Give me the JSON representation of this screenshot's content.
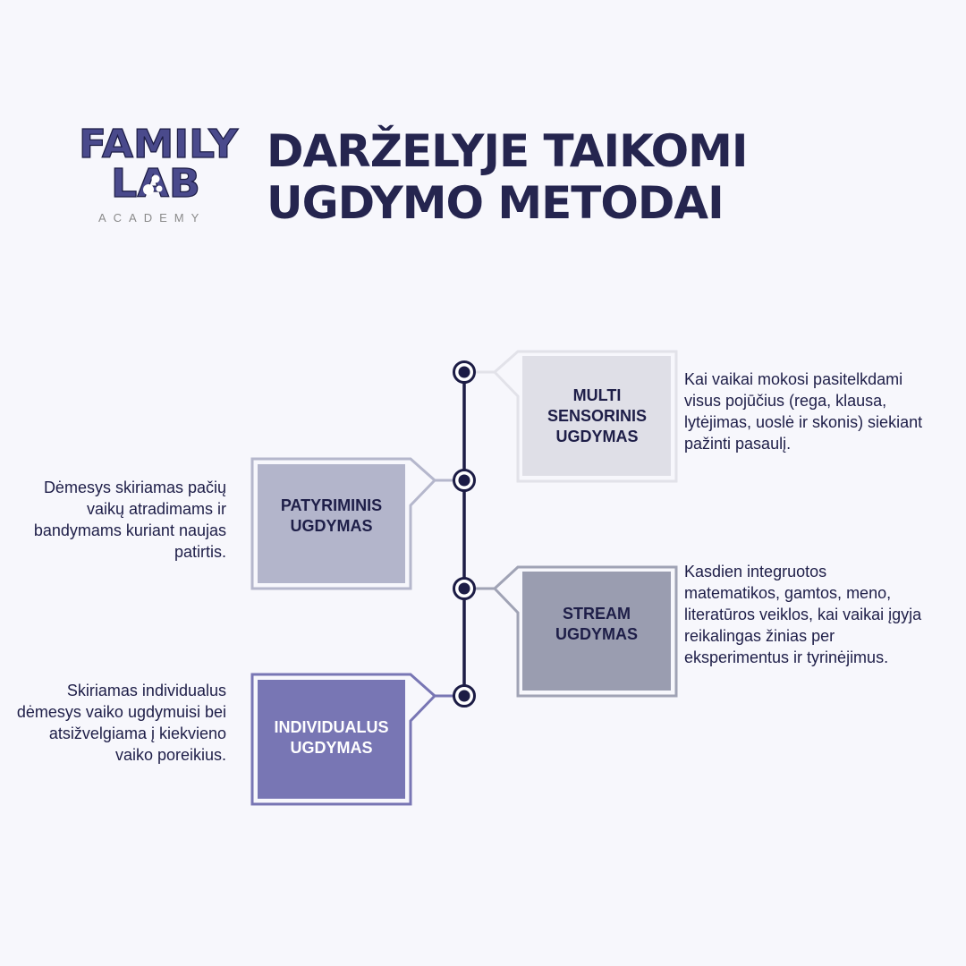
{
  "logo": {
    "line1": "FAMILY",
    "line2": "LAB",
    "line3": "ACADEMY"
  },
  "title": {
    "line1": "DARŽELYJE TAIKOMI",
    "line2": "UGDYMO METODAI"
  },
  "colors": {
    "navy": "#1c1c45",
    "multi": "#dfdfe7",
    "patyriminis": "#b3b5cb",
    "stream": "#9a9db0",
    "individualus": "#7876b4"
  },
  "methods": [
    {
      "label": "MULTI SENSORINIS UGDYMAS",
      "description": "Kai vaikai mokosi pasitelkdami visus pojūčius (rega, klausa, lytėjimas, uoslė ir skonis) siekiant pažinti pasaulį."
    },
    {
      "label": "PATYRIMINIS UGDYMAS",
      "description": "Dėmesys skiriamas pačių vaikų atradimams ir bandymams kuriant naujas patirtis."
    },
    {
      "label": "STREAM UGDYMAS",
      "description": "Kasdien integruotos matematikos, gamtos, meno, literatūros veiklos, kai vaikai įgyja reikalingas žinias per eksperimentus ir tyrinėjimus."
    },
    {
      "label": "INDIVIDUALUS UGDYMAS",
      "description": "Skiriamas individualus dėmesys vaiko ugdymuisi bei atsižvelgiama į kiekvieno vaiko poreikius."
    }
  ]
}
